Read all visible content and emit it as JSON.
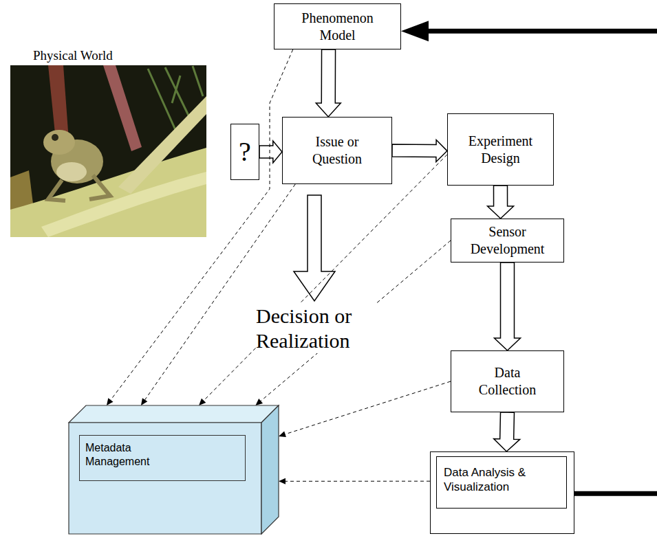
{
  "diagram": {
    "nodes": [
      {
        "text": [
          "Phenomenon Model"
        ]
      },
      {
        "text": [
          "?"
        ]
      },
      {
        "text": [
          "Issue or Question"
        ]
      },
      {
        "text": [
          "Experiment Design"
        ]
      },
      {
        "text": [
          "Sensor Development"
        ]
      },
      {
        "text": [
          "Data Collection"
        ]
      },
      {
        "text": [
          "Metadata Management"
        ]
      },
      {
        "text": [
          "Data Analysis & Visualization"
        ]
      }
    ],
    "edges": [
      {
        "from": 0,
        "to": 2,
        "arrow": "to"
      },
      {
        "from": 1,
        "to": 2,
        "arrow": "to"
      },
      {
        "from": 2,
        "to": 3,
        "arrow": "to"
      },
      {
        "from": 3,
        "to": 4,
        "arrow": "to"
      },
      {
        "from": 4,
        "to": 5,
        "arrow": "to"
      },
      {
        "from": 5,
        "to": 7,
        "arrow": "to"
      },
      {
        "from": 7,
        "to": 0,
        "arrow": "to"
      },
      {
        "from": 0,
        "to": 6,
        "arrow": "to"
      },
      {
        "from": 2,
        "to": 6,
        "arrow": "to"
      },
      {
        "from": 3,
        "to": 6,
        "arrow": "to"
      },
      {
        "from": 4,
        "to": 6,
        "arrow": "to"
      },
      {
        "from": 5,
        "to": 6,
        "arrow": "to"
      },
      {
        "from": 7,
        "to": 6,
        "arrow": "to"
      }
    ],
    "labels": [
      "Physical World",
      "Decision or Realization"
    ]
  }
}
